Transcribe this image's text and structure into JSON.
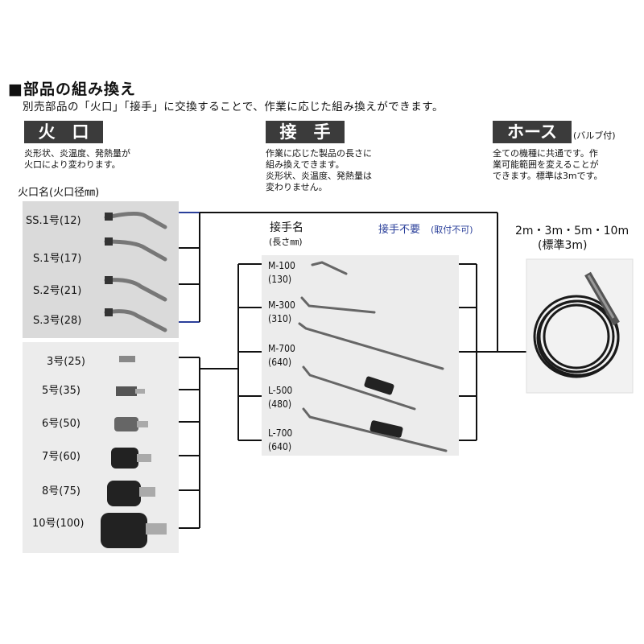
{
  "title": "■部品の組み換え",
  "intro": "別売部品の「火口」「接手」に交換することで、作業に応じた組み換えができます。",
  "higuchi": {
    "header": "火　口",
    "desc": "炎形状、炎温度、発熱量が\n火口により変わります。",
    "caption": "火口名(火口径㎜)",
    "group1": [
      {
        "label": "SS.1号(12)"
      },
      {
        "label": "S.1号(17)"
      },
      {
        "label": "S.2号(21)"
      },
      {
        "label": "S.3号(28)"
      }
    ],
    "group2": [
      {
        "label": "3号(25)"
      },
      {
        "label": "5号(35)"
      },
      {
        "label": "6号(50)"
      },
      {
        "label": "7号(60)"
      },
      {
        "label": "8号(75)"
      },
      {
        "label": "10号(100)"
      }
    ]
  },
  "setsushu": {
    "header": "接　手",
    "desc": "作業に応じた製品の長さに\n組み換えできます。\n炎形状、炎温度、発熱量は\n変わりません。",
    "caption": "接手名",
    "caption_sub": "(長さ㎜)",
    "not_required": "接手不要",
    "not_required_note": "(取付不可)",
    "items": [
      {
        "name": "M-100",
        "len": "(130)"
      },
      {
        "name": "M-300",
        "len": "(310)"
      },
      {
        "name": "M-700",
        "len": "(640)"
      },
      {
        "name": "L-500",
        "len": "(480)"
      },
      {
        "name": "L-700",
        "len": "(640)"
      }
    ]
  },
  "hose": {
    "header": "ホース",
    "header_note": "(バルブ付)",
    "desc": "全ての機種に共通です。作\n業可能範囲を変えることが\nできます。標準は3mです。",
    "lengths": "2m・3m・5m・10m",
    "standard": "(標準3m)"
  },
  "colors": {
    "header_bg": "#3b3b3b",
    "accent_blue": "#2a3f9a",
    "box_grey": "#dadada"
  }
}
